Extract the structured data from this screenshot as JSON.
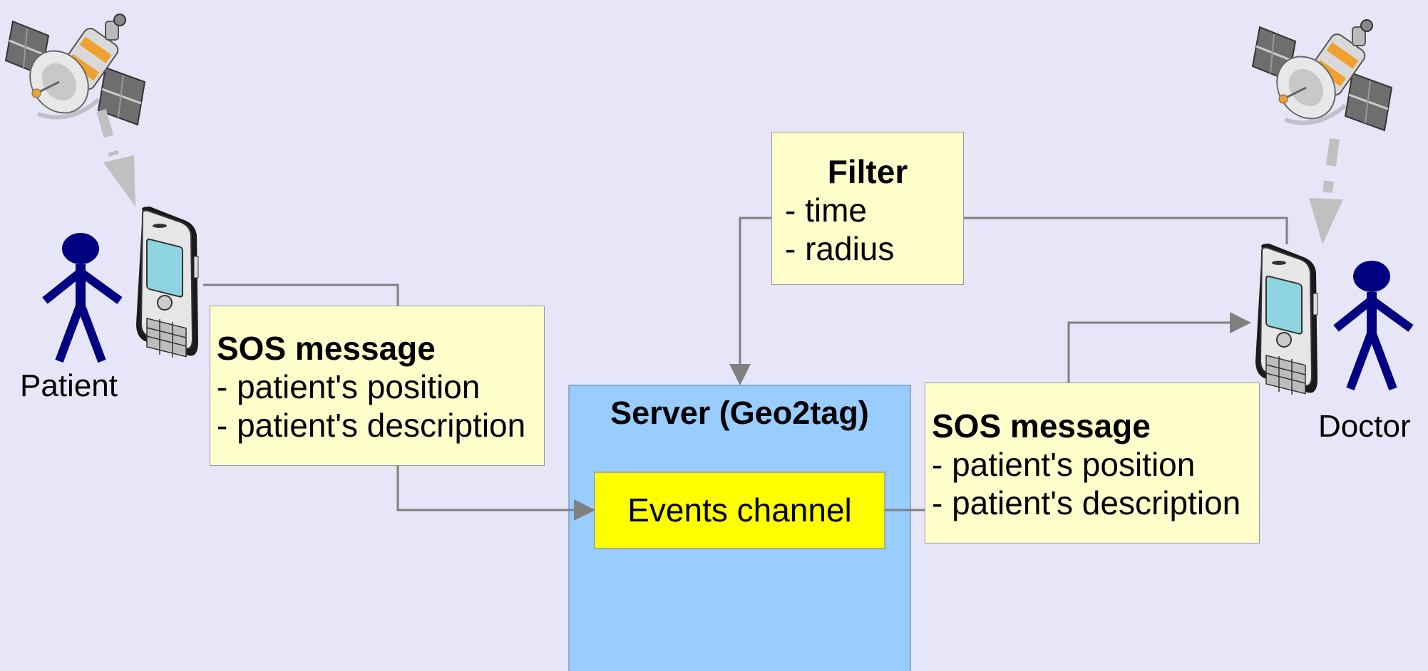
{
  "actors": {
    "patient": {
      "label": "Patient"
    },
    "doctor": {
      "label": "Doctor"
    }
  },
  "sos_left": {
    "title": "SOS message",
    "lines": [
      "- patient's position",
      "- patient's description"
    ]
  },
  "sos_right": {
    "title": "SOS message",
    "lines": [
      "- patient's position",
      "- patient's description"
    ]
  },
  "filter": {
    "title": "Filter",
    "lines": [
      "- time",
      "- radius"
    ]
  },
  "server": {
    "title": "Server (Geo2tag)",
    "channel_label": "Events channel"
  },
  "colors": {
    "background": "#e6e6f8",
    "note_fill": "#ffffcc",
    "server_fill": "#99ccff",
    "channel_fill": "#ffff00",
    "stick_figure": "#000080",
    "connector": "#808080",
    "satellite_signal": "#c0c0c0"
  },
  "icons": [
    "satellite-icon",
    "mobile-phone-icon",
    "person-icon"
  ]
}
